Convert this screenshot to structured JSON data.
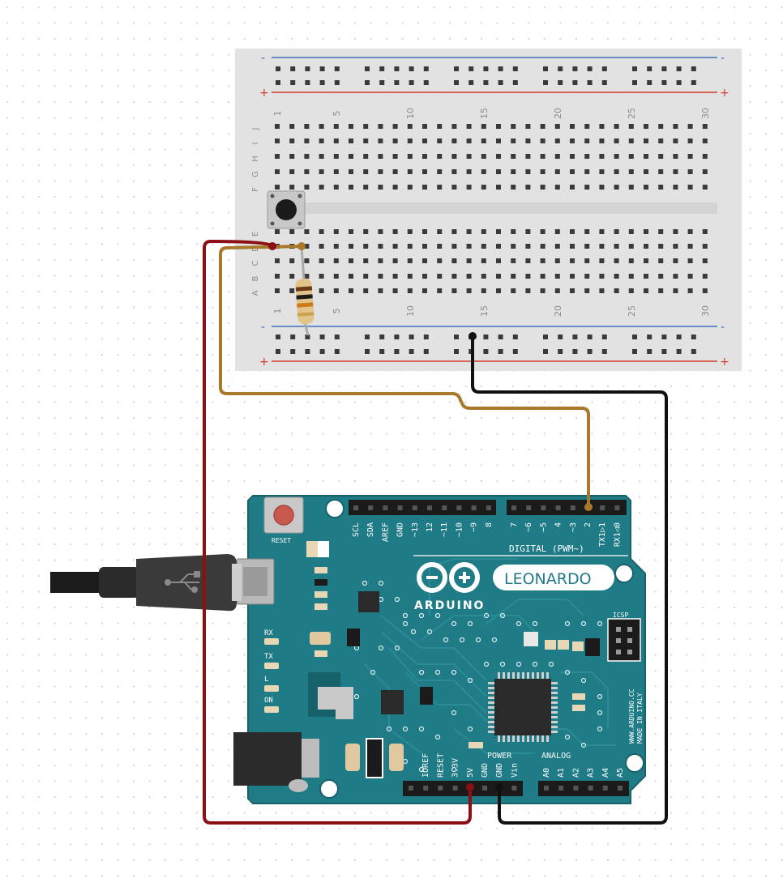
{
  "breadboard": {
    "column_numbers": [
      "1",
      "5",
      "10",
      "15",
      "20",
      "25",
      "30"
    ],
    "rows_top": [
      "J",
      "I",
      "H",
      "G",
      "F"
    ],
    "rows_bottom": [
      "E",
      "D",
      "C",
      "B",
      "A"
    ],
    "rail_minus": "-",
    "rail_plus": "+"
  },
  "arduino": {
    "name": "LEONARDO",
    "brand": "ARDUINO",
    "reset_label": "RESET",
    "digital_label": "DIGITAL (PWM~)",
    "power_label": "POWER",
    "analog_label": "ANALOG",
    "icsp_label": "ICSP",
    "website": "WWW.ARDUINO.CC",
    "made_in": "MADE IN ITALY",
    "led_labels": [
      "RX",
      "TX",
      "L",
      "ON"
    ],
    "top_header_left": [
      "SCL",
      "SDA",
      "AREF",
      "GND",
      "~13",
      "12",
      "~11",
      "~10",
      "~9",
      "8"
    ],
    "top_header_right": [
      "7",
      "~6",
      "~5",
      "4",
      "~3",
      "2",
      "TX1▷1",
      "RX1◁0"
    ],
    "power_header": [
      "IOREF",
      "RESET",
      "3.3V",
      "5V",
      "GND",
      "GND",
      "Vin"
    ],
    "analog_header": [
      "A0",
      "A1",
      "A2",
      "A3",
      "A4",
      "A5"
    ]
  },
  "colors": {
    "board": "#1f7b86",
    "board_edge": "#17616b",
    "breadboard": "#e2e2e2",
    "wire_red": "#8b0f14",
    "wire_brown": "#a8792a",
    "wire_black": "#111111",
    "rail_blue": "#3d6fbd",
    "rail_red": "#d23a2a"
  }
}
